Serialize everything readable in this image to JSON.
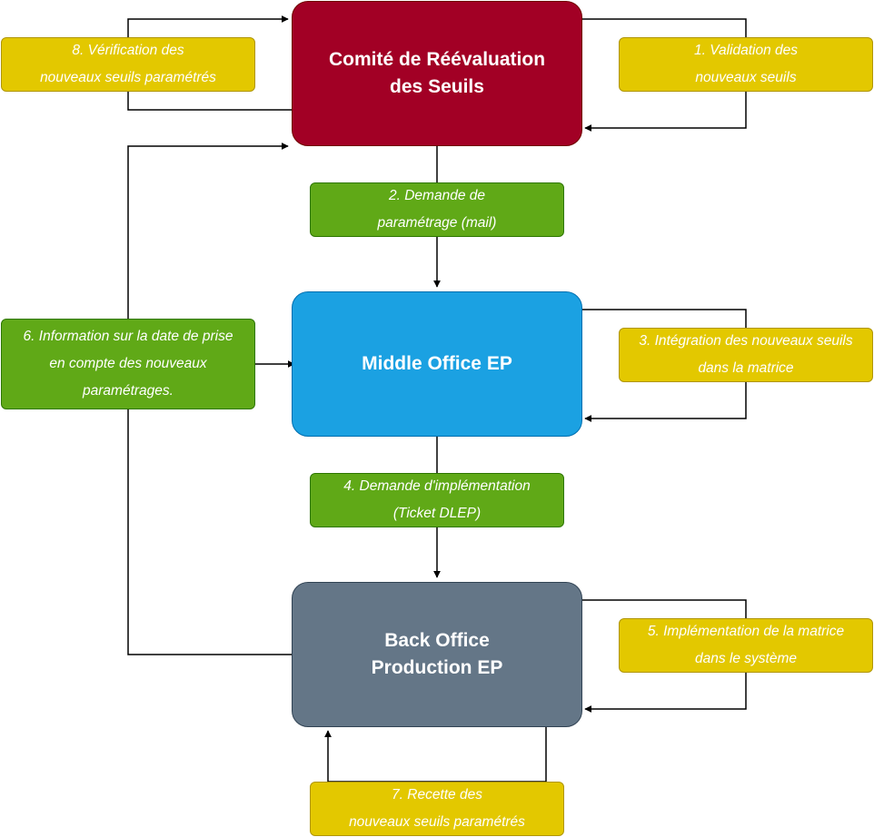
{
  "nodes": {
    "comite": {
      "lines": [
        "Comité de Réévaluation",
        "des Seuils"
      ],
      "color": "#a20025"
    },
    "middle": {
      "lines": [
        "Middle Office EP"
      ],
      "color": "#1ba1e2"
    },
    "back": {
      "lines": [
        "Back Office",
        "Production EP"
      ],
      "color": "#647687"
    }
  },
  "labels": {
    "l1": {
      "lines": [
        "1. Validation des",
        "nouveaux  seuils"
      ]
    },
    "l2": {
      "lines": [
        "2. Demande de",
        "paramétrage (mail)"
      ]
    },
    "l3": {
      "lines": [
        "3. Intégration des nouveaux seuils",
        "dans la matrice"
      ]
    },
    "l4": {
      "lines": [
        "4. Demande d'implémentation",
        "(Ticket DLEP)"
      ]
    },
    "l5": {
      "lines": [
        "5. Implémentation de la matrice",
        "dans le système"
      ]
    },
    "l6": {
      "lines": [
        "6. Information sur la date de prise",
        "en compte des nouveaux",
        "paramétrages."
      ]
    },
    "l7": {
      "lines": [
        "7. Recette des",
        "nouveaux  seuils paramétrés"
      ]
    },
    "l8": {
      "lines": [
        "8. Vérification des",
        "nouveaux  seuils paramétrés"
      ]
    }
  },
  "colors": {
    "label_yellow": "#e3c800",
    "label_green": "#60a917",
    "edge": "#000000"
  }
}
